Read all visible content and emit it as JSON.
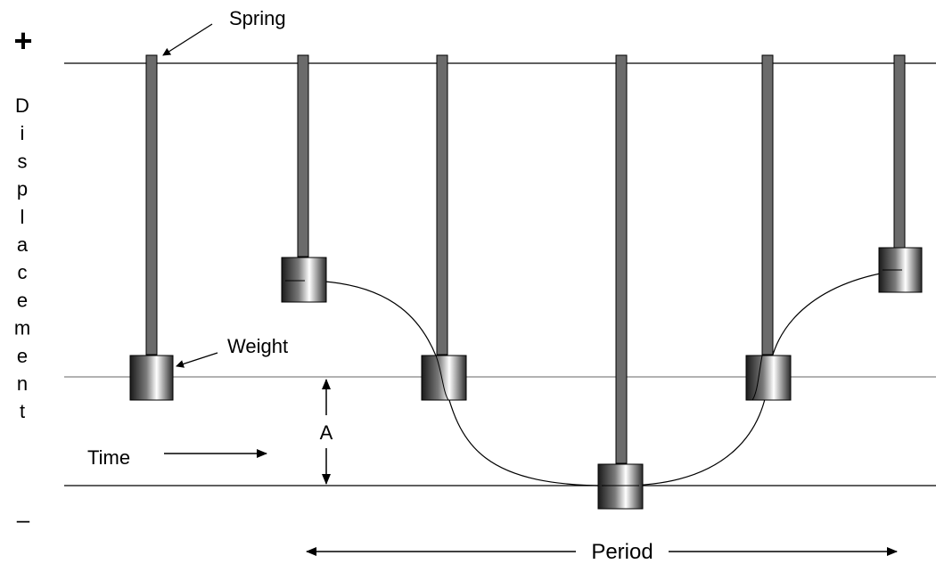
{
  "labels": {
    "plus": "+",
    "minus": "–",
    "y_axis_letters": [
      "D",
      "i",
      "s",
      "p",
      "l",
      "a",
      "c",
      "e",
      "m",
      "e",
      "n",
      "t"
    ],
    "spring": "Spring",
    "weight": "Weight",
    "time": "Time",
    "amplitude": "A",
    "period": "Period"
  },
  "colors": {
    "spring": "#6b6b6b",
    "weight_dark": "#1a1a1a",
    "weight_light": "#ffffff",
    "equilibrium_line": "#999999",
    "lines": "#000000"
  }
}
